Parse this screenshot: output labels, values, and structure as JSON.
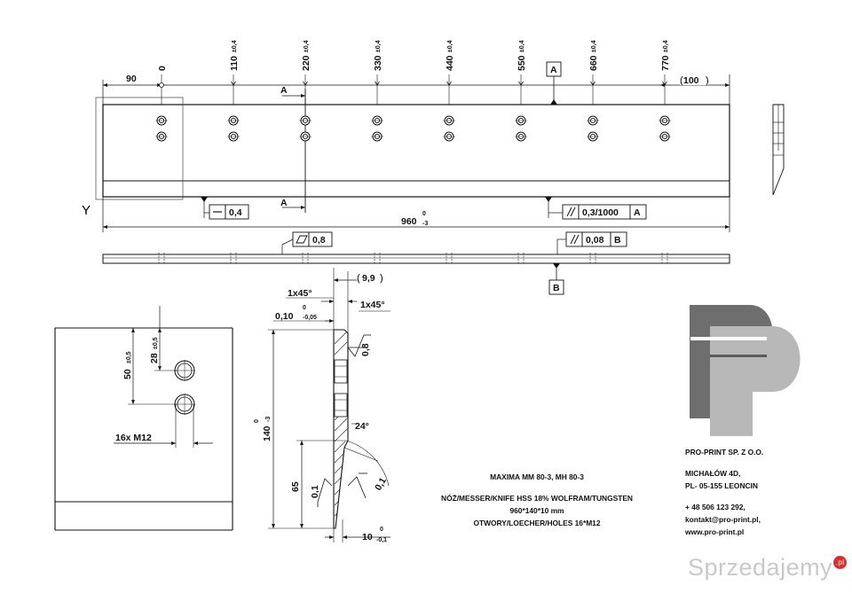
{
  "top_view": {
    "holes": [
      {
        "label": "0",
        "tol": ""
      },
      {
        "label": "110",
        "tol": "±0,4"
      },
      {
        "label": "220",
        "tol": "±0,4"
      },
      {
        "label": "330",
        "tol": "±0,4"
      },
      {
        "label": "440",
        "tol": "±0,4"
      },
      {
        "label": "550",
        "tol": "±0,4"
      },
      {
        "label": "660",
        "tol": "±0,4"
      },
      {
        "label": "770",
        "tol": "±0,4"
      }
    ],
    "dim_left": "90",
    "dim_right": "100",
    "datum_a": "A",
    "section_mark": "A",
    "view_mark": "Y",
    "flatness_value": "0,4",
    "parallel_value": "0,3/1000",
    "parallel_datum": "A",
    "length_value": "960",
    "length_tol_upper": "0",
    "length_tol_lower": "-3"
  },
  "side_view": {
    "flat_value": "0,8",
    "parallel_value": "0,08",
    "parallel_datum": "B",
    "datum_b": "B"
  },
  "detail_view": {
    "dim_50": "50",
    "dim_50_tol": "±0,5",
    "dim_28": "28",
    "dim_28_tol": "±0,5",
    "thread_label": "16x M12"
  },
  "section_view": {
    "dim_99": "9,9",
    "chamfer_1": "1x45°",
    "chamfer_2": "1x45°",
    "dim_010": "0,10",
    "dim_010_tol_upper": "0",
    "dim_010_tol_lower": "-0,05",
    "roughness_top": "0,8",
    "height_value": "140",
    "height_tol_upper": "0",
    "height_tol_lower": "-3",
    "angle": "24°",
    "dim_65": "65",
    "roughness_left": "0,1",
    "roughness_right": "0,1",
    "thickness_value": "10",
    "thickness_tol_upper": "0",
    "thickness_tol_lower": "-0,1"
  },
  "product": {
    "line1": "MAXIMA MM 80-3, MH 80-3",
    "line2": "NÓŻ/MESSER/KNIFE HSS 18% WOLFRAM/TUNGSTEN",
    "line3": "960*140*10 mm",
    "line4": "OTWORY/LOECHER/HOLES 16*M12"
  },
  "company": {
    "name": "PRO-PRINT SP. Z O.O.",
    "street": "MICHAŁÓW 4D,",
    "city": "PL- 05-155 LEONCIN",
    "phone": "+ 48 506 123 292,",
    "email": "kontakt@pro-print.pl,",
    "web": "www.pro-print.pl",
    "logo_colors": {
      "dark": "#6e6e6e",
      "light": "#b8b8b8"
    }
  },
  "watermark": {
    "text": "Sprzedajemy",
    "badge": ".pl"
  }
}
